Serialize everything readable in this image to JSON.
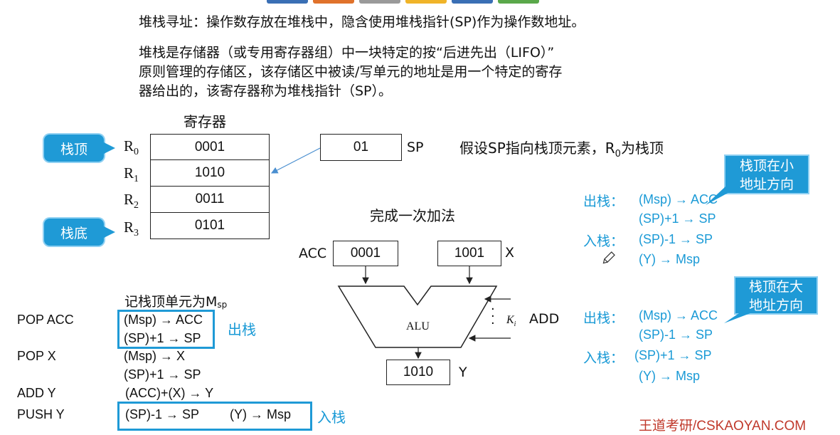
{
  "intro": {
    "line1": "堆栈寻址：操作数存放在堆栈中，隐含使用堆栈指针(SP)作为操作数地址。",
    "para": [
      "堆栈是存储器（或专用寄存器组）中一块特定的按“后进先出（LIFO）”",
      "原则管理的存储区，该存储区中被读/写单元的地址是用一个特定的寄存",
      "器给出的，该寄存器称为堆栈指针（SP）。"
    ]
  },
  "registers": {
    "title": "寄存器",
    "labels": [
      "R0",
      "R1",
      "R2",
      "R3"
    ],
    "values": [
      "0001",
      "1010",
      "0011",
      "0101"
    ],
    "top_callout": "栈顶",
    "bottom_callout": "栈底"
  },
  "sp": {
    "value": "01",
    "label": "SP",
    "assumption": "假设SP指向栈顶元素，R0为栈顶"
  },
  "alu": {
    "title": "完成一次加法",
    "acc_label": "ACC",
    "acc_value": "0001",
    "x_value": "1001",
    "x_label": "X",
    "alu_label": "ALU",
    "ki_label": "K",
    "ki_sub": "i",
    "add_label": "ADD",
    "y_value": "1010",
    "y_label": "Y"
  },
  "program": {
    "header": "记栈顶单元为M",
    "header_sub": "sp",
    "rows": [
      {
        "op": "POP  ACC",
        "micro": [
          "(Msp) → ACC",
          "(SP)+1 → SP"
        ],
        "tag": "出栈"
      },
      {
        "op": "POP X",
        "micro": [
          "(Msp) → X",
          "(SP)+1 → SP"
        ]
      },
      {
        "op": "ADD Y",
        "micro": [
          "(ACC)+(X) → Y"
        ]
      },
      {
        "op": "PUSH Y",
        "micro": [
          "(SP)-1 → SP",
          "(Y) → Msp"
        ],
        "tag": "入栈"
      }
    ]
  },
  "small_addr": {
    "note": [
      "栈顶在小",
      "地址方向"
    ],
    "pop_label": "出栈：",
    "pop": [
      "(Msp) → ACC",
      "(SP)+1 → SP"
    ],
    "push_label": "入栈：",
    "push": [
      "(SP)-1 → SP",
      "(Y) → Msp"
    ]
  },
  "large_addr": {
    "note": [
      "栈顶在大",
      "地址方向"
    ],
    "pop_label": "出栈：",
    "pop": [
      "(Msp) → ACC",
      "(SP)-1 → SP"
    ],
    "push_label": "入栈：",
    "push": [
      "(SP)+1 → SP",
      "(Y) → Msp"
    ]
  },
  "watermark": "王道考研/CSKAOYAN.COM",
  "colors": {
    "accent": "#1a9ad6",
    "watermark": "#c0392b"
  }
}
